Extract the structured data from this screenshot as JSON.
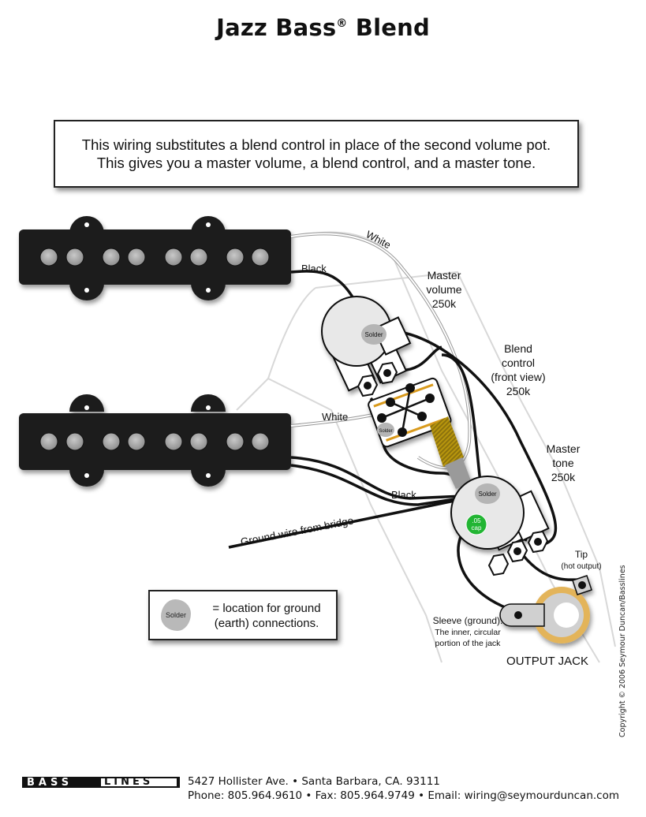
{
  "title": {
    "main": "Jazz Bass",
    "registered": "®",
    "suffix": "Blend"
  },
  "intro": {
    "line1": "This wiring substitutes a blend control in place of the second volume pot.",
    "line2": "This gives you a master volume, a blend control, and a master tone."
  },
  "labels": {
    "white_top": "White",
    "black_top": "Black",
    "white_bottom": "White",
    "black_bottom": "Black",
    "ground_wire": "Ground wire from bridge",
    "master_volume": [
      "Master",
      "volume",
      "250k"
    ],
    "blend_control": [
      "Blend",
      "control",
      "(front view)",
      "250k"
    ],
    "master_tone": [
      "Master",
      "tone",
      "250k"
    ],
    "tip": "Tip",
    "tip_sub": "(hot output)",
    "sleeve": [
      "Sleeve (ground).",
      "The inner, circular",
      "portion of the jack"
    ],
    "output_jack": "OUTPUT JACK",
    "solder": "Solder",
    "cap": [
      ".05",
      "cap"
    ]
  },
  "legend": {
    "blob_label": "Solder",
    "line1": "= location for ground",
    "line2": "(earth) connections."
  },
  "components": {
    "pickups": [
      {
        "name": "neck-pickup",
        "pole_pieces": 8
      },
      {
        "name": "bridge-pickup",
        "pole_pieces": 8
      }
    ],
    "colors": {
      "pickup": "#1a1a1a",
      "pole": "#a9a9a9",
      "pot": "#e8e8e8",
      "solder": "#b5b5b5",
      "cap": "#22b533",
      "blend_strip": "#d99a1e",
      "shaft": "#b8960f",
      "jack_ring": "#e3b45a",
      "wire_white": "#ffffff",
      "wire_black": "#111111",
      "pickguard_outline": "#d5d5d5"
    }
  },
  "copyright": "Copyright © 2006 Seymour Duncan/Basslines",
  "footer": {
    "logo_left": "BASS",
    "logo_right": "LINES",
    "address": "5427 Hollister Ave. • Santa Barbara, CA. 93111",
    "contact": "Phone: 805.964.9610 • Fax: 805.964.9749 • Email: wiring@seymourduncan.com"
  }
}
